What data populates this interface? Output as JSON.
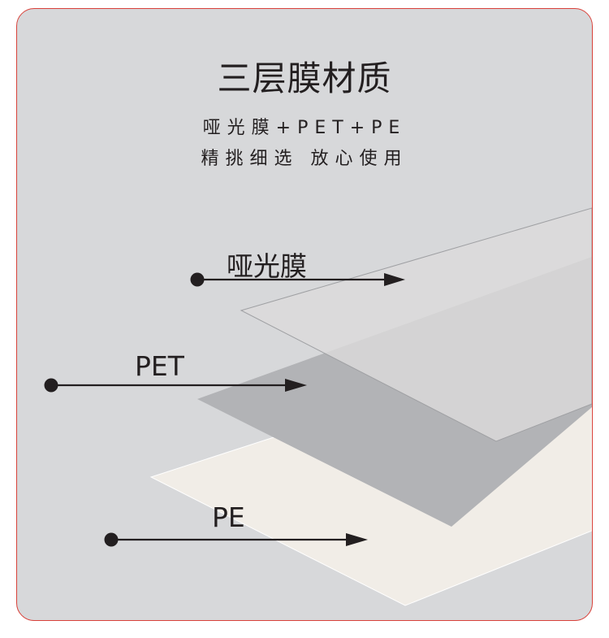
{
  "header": {
    "title": "三层膜材质",
    "subtitle_line1": "哑光膜+PET+PE",
    "subtitle_line2": "精挑细选 放心使用"
  },
  "layers": [
    {
      "label": "哑光膜"
    },
    {
      "label": "PET"
    },
    {
      "label": "PE"
    }
  ],
  "colors": {
    "background": "#d7d8da",
    "border": "#d9413a",
    "matte_film": "#d9d8d8",
    "pet_layer": "#b2b3b6",
    "pe_layer": "#f1ede7",
    "text": "#231f20"
  }
}
